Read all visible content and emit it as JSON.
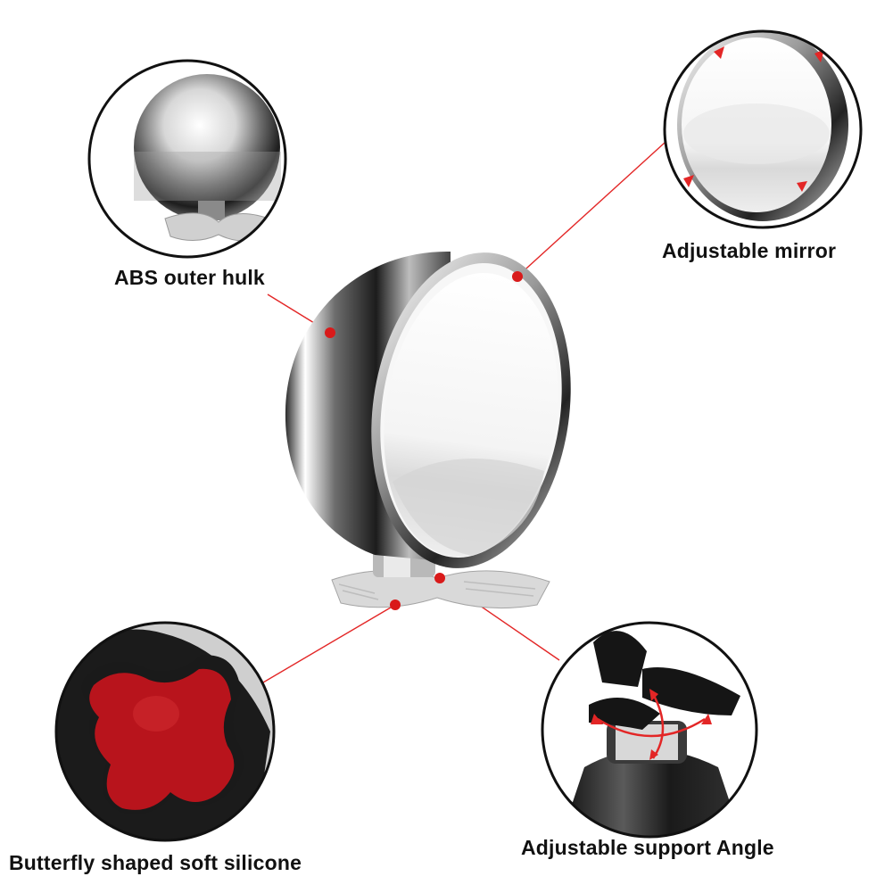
{
  "labels": {
    "abs_outer_hulk": "ABS outer hulk",
    "adjustable_mirror": "Adjustable mirror",
    "butterfly_silicone": "Butterfly shaped soft silicone",
    "adjustable_support": "Adjustable support Angle"
  },
  "colors": {
    "callout_line": "#e32626",
    "callout_dot": "#d91a1a",
    "circle_border": "#111111",
    "label_text": "#111111",
    "silicone_red": "#b8141c",
    "silicone_black": "#1a1a1a"
  }
}
